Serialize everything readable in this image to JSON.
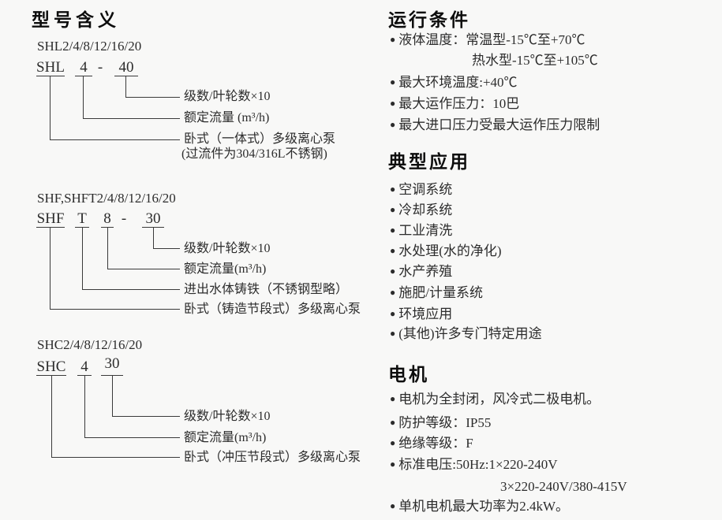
{
  "left": {
    "title": "型号含义",
    "s1": {
      "series": "SHL2/4/8/12/16/20",
      "t1": "SHL",
      "t2": "4",
      "dash": "-",
      "t3": "40",
      "a1": "级数/叶轮数×10",
      "a2": "额定流量 (m³/h)",
      "a3": "卧式（一体式）多级离心泵",
      "a3b": "(过流件为304/316L不锈钢)"
    },
    "s2": {
      "series": "SHF,SHFT2/4/8/12/16/20",
      "t1": "SHF",
      "t2": "T",
      "t3": "8",
      "dash": "-",
      "t4": "30",
      "a1": "级数/叶轮数×10",
      "a2": "额定流量(m³/h)",
      "a3": "进出水体铸铁（不锈钢型略）",
      "a4": "卧式（铸造节段式）多级离心泵"
    },
    "s3": {
      "series": "SHC2/4/8/12/16/20",
      "t1": "SHC",
      "t2": "4",
      "t3": "30",
      "a1": "级数/叶轮数×10",
      "a2": "额定流量(m³/h)",
      "a3": "卧式（冲压节段式）多级离心泵"
    }
  },
  "right": {
    "operating": {
      "title": "运行条件",
      "liquid_line1": "液体温度：常温型-15℃至+70℃",
      "liquid_line2": "热水型-15℃至+105℃",
      "item2": "最大环境温度:+40℃",
      "item3": "最大运作压力：10巴",
      "item4": "最大进口压力受最大运作压力限制"
    },
    "applications": {
      "title": "典型应用",
      "items": [
        "空调系统",
        "冷却系统",
        "工业清洗",
        "水处理(水的净化)",
        "水产养殖",
        "施肥/计量系统",
        "环境应用",
        "(其他)许多专门特定用途"
      ]
    },
    "motor": {
      "title": "电机",
      "item1": "电机为全封闭，风冷式二极电机。",
      "item2": "防护等级：IP55",
      "item3": "绝缘等级：F",
      "voltage_line1": "标准电压:50Hz:1×220-240V",
      "voltage_line2": "3×220-240V/380-415V",
      "item5": "单机电机最大功率为2.4kW。"
    }
  }
}
